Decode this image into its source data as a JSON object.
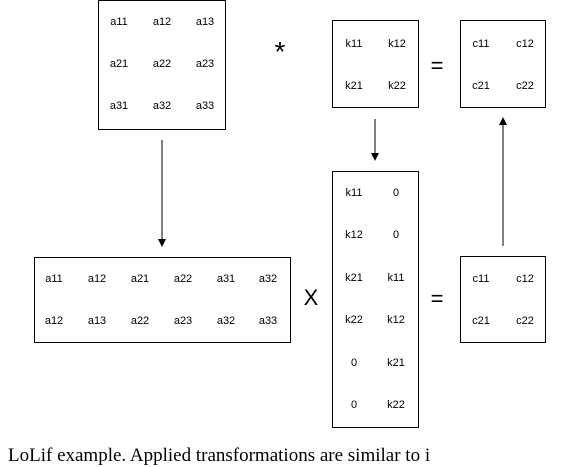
{
  "matrix_a": [
    [
      "a11",
      "a12",
      "a13"
    ],
    [
      "a21",
      "a22",
      "a23"
    ],
    [
      "a31",
      "a32",
      "a33"
    ]
  ],
  "kernel": [
    [
      "k11",
      "k12"
    ],
    [
      "k21",
      "k22"
    ]
  ],
  "result_top": [
    [
      "c11",
      "c12"
    ],
    [
      "c21",
      "c22"
    ]
  ],
  "unrolled_a": [
    [
      "a11",
      "a12",
      "a21",
      "a22",
      "a31",
      "a32"
    ],
    [
      "a12",
      "a13",
      "a22",
      "a23",
      "a32",
      "a33"
    ]
  ],
  "expanded_kernel": [
    [
      "k11",
      "0"
    ],
    [
      "k12",
      "0"
    ],
    [
      "k21",
      "k11"
    ],
    [
      "k22",
      "k12"
    ],
    [
      "0",
      "k21"
    ],
    [
      "0",
      "k22"
    ]
  ],
  "result_bottom": [
    [
      "c11",
      "c12"
    ],
    [
      "c21",
      "c22"
    ]
  ],
  "operators": {
    "convolution": "*",
    "equals_top": "=",
    "multiply": "X",
    "equals_bottom": "="
  },
  "caption": "LoLif example. Applied transformations are similar to i"
}
